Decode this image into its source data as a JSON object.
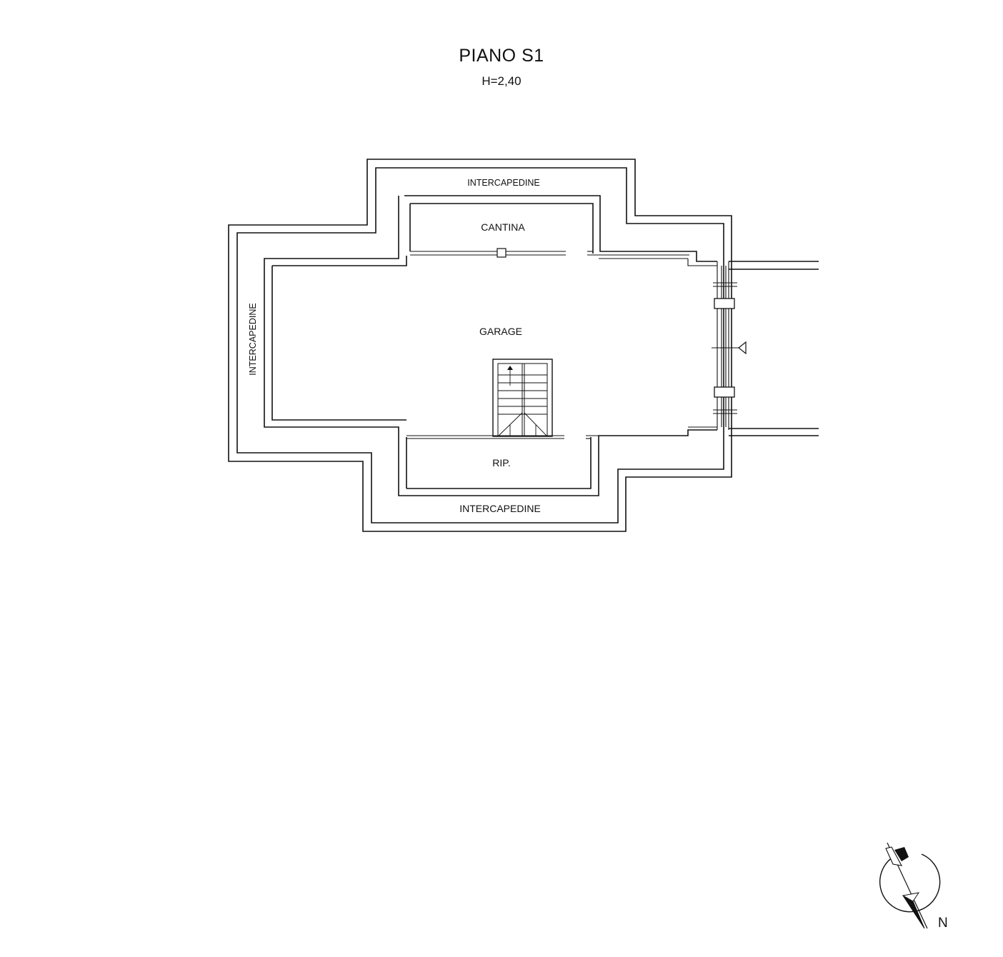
{
  "header": {
    "title": "PIANO S1",
    "height_label": "H=2,40"
  },
  "rooms": {
    "intercapedine_top": "INTERCAPEDINE",
    "cantina": "CANTINA",
    "garage": "GARAGE",
    "intercapedine_left": "INTERCAPEDINE",
    "rip": "RIP.",
    "intercapedine_bottom": "INTERCAPEDINE"
  },
  "compass": {
    "north_label": "N"
  }
}
